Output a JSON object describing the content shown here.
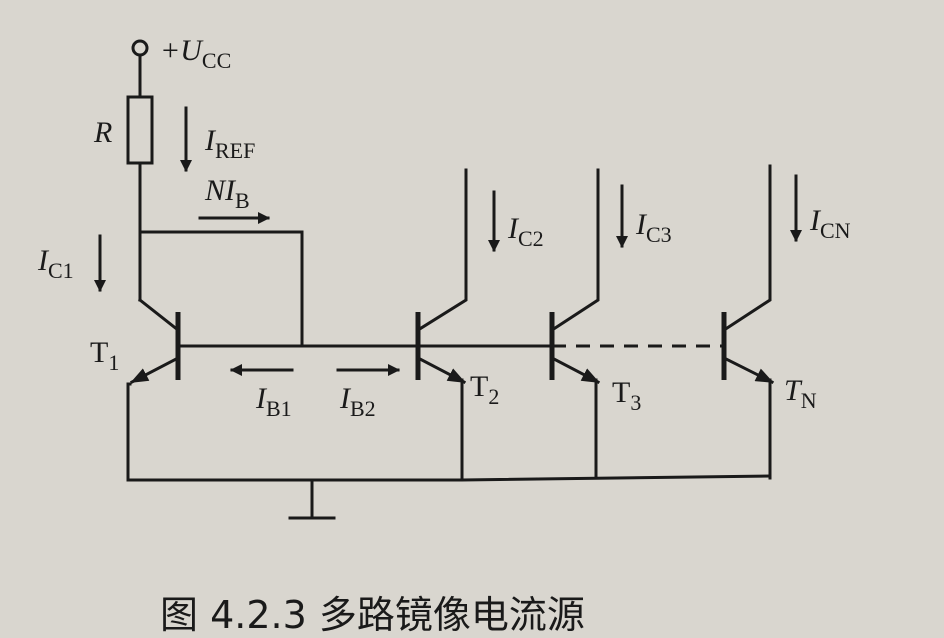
{
  "circuit": {
    "supply_label": "+U",
    "supply_sub": "CC",
    "resistor_label": "R",
    "iref_label": "I",
    "iref_sub": "REF",
    "nib_label": "NI",
    "nib_sub": "B",
    "ic1_label": "I",
    "ic1_sub": "C1",
    "ic2_label": "I",
    "ic2_sub": "C2",
    "ic3_label": "I",
    "ic3_sub": "C3",
    "icn_label": "I",
    "icn_sub": "CN",
    "t1_label": "T",
    "t1_sub": "1",
    "t2_label": "T",
    "t2_sub": "2",
    "t3_label": "T",
    "t3_sub": "3",
    "tn_label": "T",
    "tn_sub": "N",
    "ib1_label": "I",
    "ib1_sub": "B1",
    "ib2_label": "I",
    "ib2_sub": "B2"
  },
  "caption": {
    "text": "图 4.2.3   多路镜像电流源"
  }
}
